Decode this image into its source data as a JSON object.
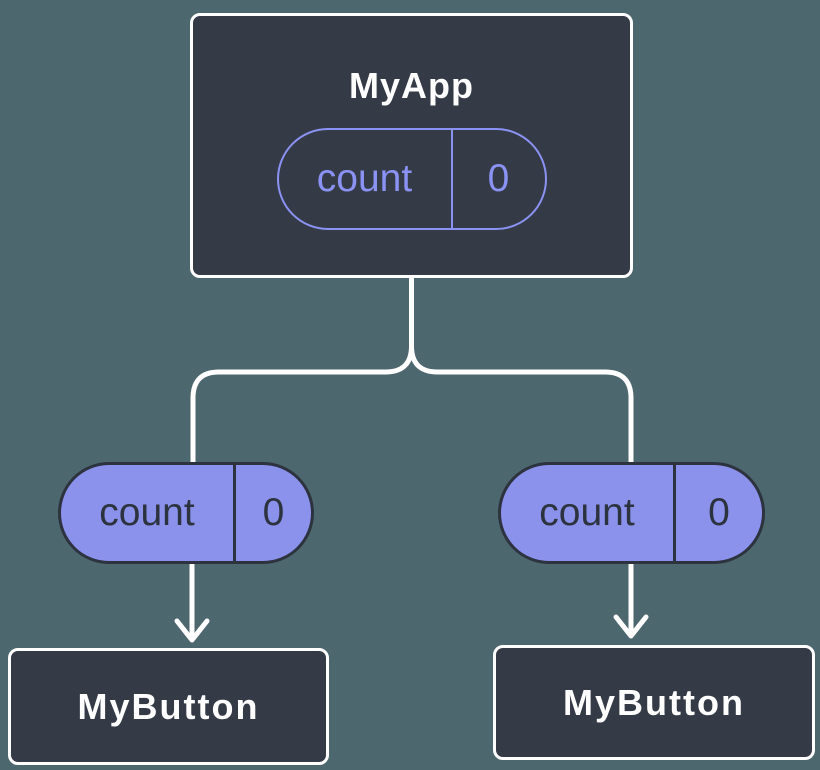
{
  "diagram": {
    "type": "component-tree",
    "root": {
      "title": "MyApp",
      "pill": {
        "name": "count",
        "value": "0"
      }
    },
    "children": [
      {
        "pill": {
          "name": "count",
          "value": "0"
        },
        "title": "MyButton"
      },
      {
        "pill": {
          "name": "count",
          "value": "0"
        },
        "title": "MyButton"
      }
    ],
    "colors": {
      "background": "#4d676e",
      "node_fill": "#343a46",
      "node_border": "#ffffff",
      "connector_line": "#ffffff",
      "pill_fill": "#8b92ec",
      "pill_dark_border_text": "#2d333e",
      "pill_purple_outline_text": "#8a92f3",
      "title_text": "#ffffff"
    }
  }
}
